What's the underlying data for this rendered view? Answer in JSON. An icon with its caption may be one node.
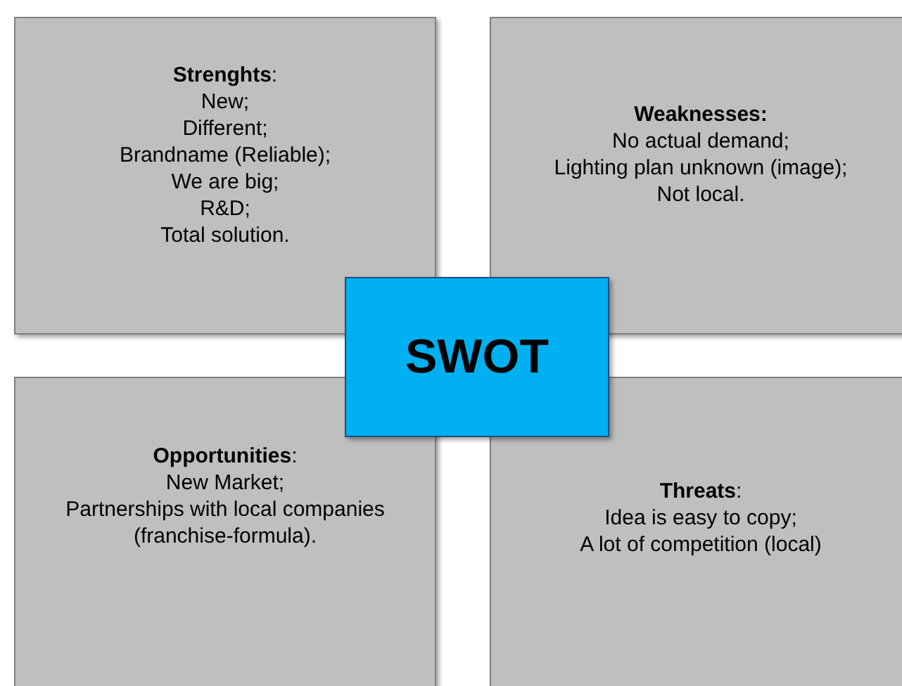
{
  "diagram": {
    "nodes": [
      {
        "text": [
          "**Strenghts**:",
          "New;",
          "Different;",
          "Brandname (Reliable);",
          "We are big;",
          "R&D;",
          "Total solution."
        ]
      },
      {
        "text": [
          "**Weaknesses:**",
          "No actual demand;",
          "Lighting plan unknown (image);",
          "Not local."
        ]
      },
      {
        "text": [
          "**Opportunities**:",
          "New Market;",
          "Partnerships with local companies (franchise-formula)."
        ]
      },
      {
        "text": [
          "**Threats**:",
          "Idea is easy to copy;",
          "A lot of competition (local)"
        ]
      },
      {
        "text": [
          "SWOT"
        ]
      }
    ]
  }
}
